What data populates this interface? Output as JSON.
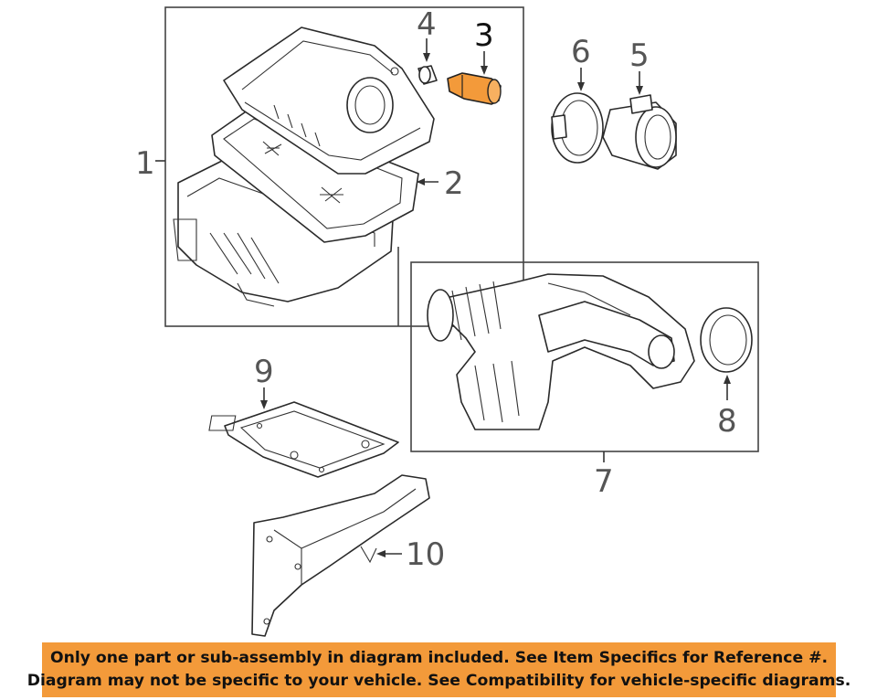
{
  "callouts": {
    "c1": "1",
    "c2": "2",
    "c3": "3",
    "c4": "4",
    "c5": "5",
    "c6": "6",
    "c7": "7",
    "c8": "8",
    "c9": "9",
    "c10": "10"
  },
  "highlight_color": "#f39a3a",
  "banner": {
    "line1": "Only one part or sub-assembly in diagram included. See Item Specifics for Reference #.",
    "line2": "Diagram may not be specific to your vehicle. See Compatibility for vehicle-specific diagrams."
  }
}
